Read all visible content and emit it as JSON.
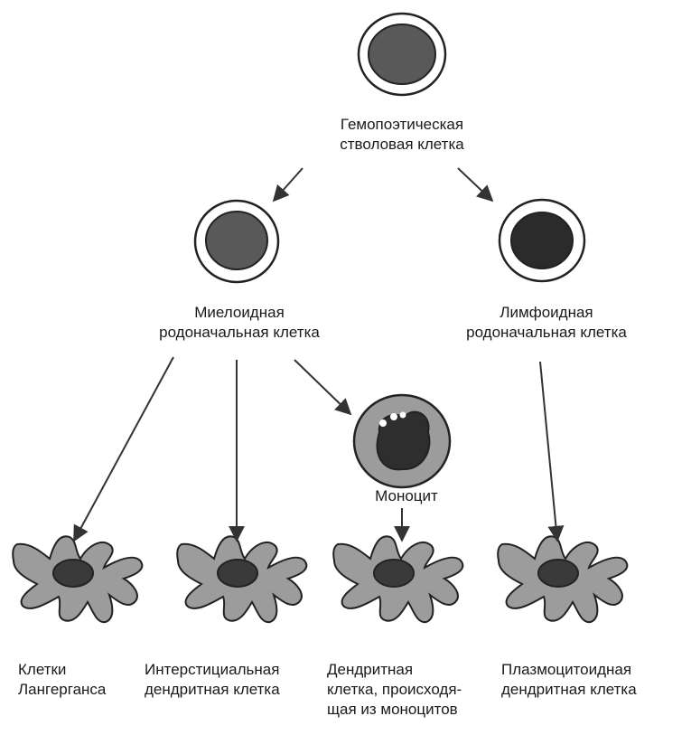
{
  "nodes": {
    "stem": "Гемопоэтическая\nстволовая клетка",
    "myeloid": "Миелоидная\nродоначальная клетка",
    "lymphoid": "Лимфоидная\nродоначальная клетка",
    "monocyte": "Моноцит",
    "langerhans": "Клетки\nЛангерганса",
    "interstitial": "Интерстициальная\nдендритная клетка",
    "monocyte_dc": "Дендритная\nклетка, происходя-\nщая из моноцитов",
    "plasmacytoid": "Плазмоцитоидная\nдендритная клетка"
  },
  "colors": {
    "ink": "#1a1a1a",
    "nucleus_stem": "#595959",
    "nucleus_lymphoid": "#2b2b2b",
    "cytoplasm": "#9c9c9c",
    "nucleus_dc": "#3a3a3a"
  }
}
